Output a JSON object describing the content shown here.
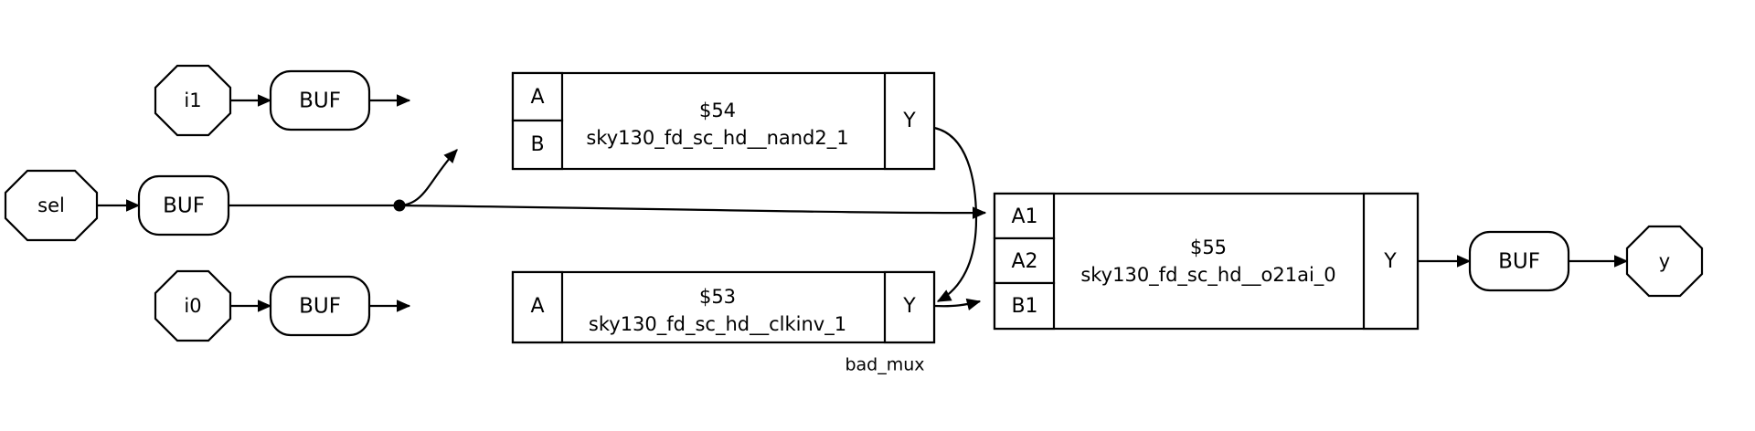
{
  "diagram": {
    "kind": "netlist-schematic",
    "module_label": "bad_mux",
    "background": "#ffffff",
    "line_color": "#000000"
  },
  "ports": {
    "inputs": [
      {
        "name": "i1"
      },
      {
        "name": "sel"
      },
      {
        "name": "i0"
      }
    ],
    "outputs": [
      {
        "name": "y"
      }
    ]
  },
  "buffers": [
    {
      "id": "buf_i1",
      "label": "BUF"
    },
    {
      "id": "buf_sel",
      "label": "BUF"
    },
    {
      "id": "buf_i0",
      "label": "BUF"
    },
    {
      "id": "buf_y",
      "label": "BUF"
    }
  ],
  "cells": [
    {
      "id": "cell_54",
      "instance": "$54",
      "type": "sky130_fd_sc_hd__nand2_1",
      "inputs": [
        "A",
        "B"
      ],
      "outputs": [
        "Y"
      ]
    },
    {
      "id": "cell_53",
      "instance": "$53",
      "type": "sky130_fd_sc_hd__clkinv_1",
      "inputs": [
        "A"
      ],
      "outputs": [
        "Y"
      ]
    },
    {
      "id": "cell_55",
      "instance": "$55",
      "type": "sky130_fd_sc_hd__o21ai_0",
      "inputs": [
        "A1",
        "A2",
        "B1"
      ],
      "outputs": [
        "Y"
      ]
    }
  ],
  "pins": {
    "A": "A",
    "B": "B",
    "A1": "A1",
    "A2": "A2",
    "B1": "B1",
    "Y": "Y"
  },
  "nets": [
    {
      "from": "i1",
      "to": "buf_i1.in"
    },
    {
      "from": "buf_i1",
      "to": "cell_54.A"
    },
    {
      "from": "sel",
      "to": "buf_sel.in"
    },
    {
      "from": "buf_sel",
      "to": "cell_54.B",
      "junction": true
    },
    {
      "from": "buf_sel",
      "to": "cell_55.A1"
    },
    {
      "from": "i0",
      "to": "buf_i0.in"
    },
    {
      "from": "buf_i0",
      "to": "cell_53.A"
    },
    {
      "from": "cell_54.Y",
      "to": "cell_55.A2"
    },
    {
      "from": "cell_53.Y",
      "to": "cell_55.B1"
    },
    {
      "from": "cell_55.Y",
      "to": "buf_y.in"
    },
    {
      "from": "buf_y",
      "to": "y"
    }
  ]
}
